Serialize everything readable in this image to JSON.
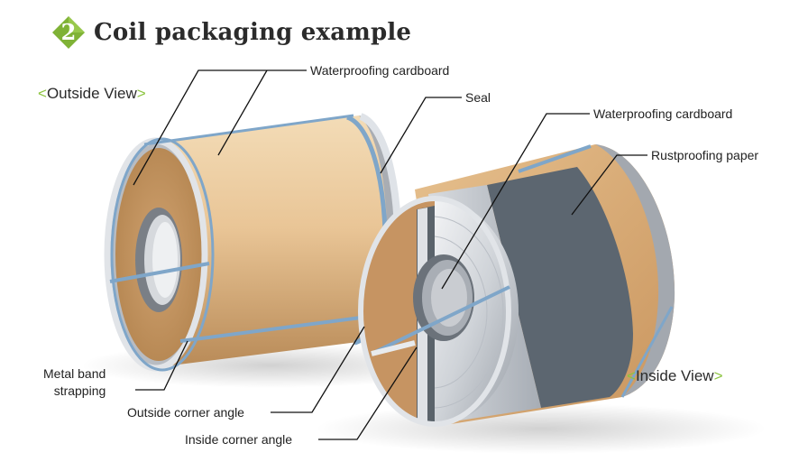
{
  "header": {
    "step_number": "2",
    "title": "Coil packaging example"
  },
  "views": {
    "outside": "Outside View",
    "inside": "Inside View",
    "bracket_open": "<",
    "bracket_close": ">"
  },
  "labels": {
    "waterproofing_outer": "Waterproofing cardboard",
    "seal": "Seal",
    "waterproofing_inner": "Waterproofing cardboard",
    "rustproofing": "Rustproofing paper",
    "metal_band_line1": "Metal band",
    "metal_band_line2": "strapping",
    "outside_corner": "Outside corner angle",
    "inside_corner": "Inside corner angle"
  },
  "colors": {
    "accent_green": "#8cc43f",
    "badge_green": "#7fb236",
    "cardboard": "#e7c293",
    "band_blue": "#6f9cc4"
  }
}
